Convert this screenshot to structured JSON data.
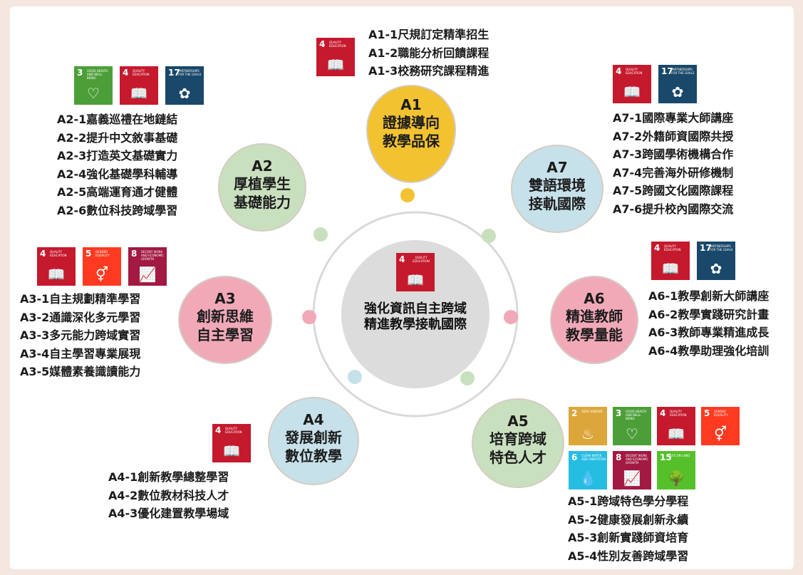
{
  "center": {
    "title": "強化資訊自主跨域\n精進教學接軌國際",
    "sdgs": [
      {
        "num": "4",
        "cap": "Quality Education",
        "color": "#c5192d",
        "icon": "book-icon",
        "glyph": "📖"
      }
    ]
  },
  "nodes": [
    {
      "code": "A1",
      "title": "證據導向\n教學品保",
      "color": "#f2c230",
      "items": [
        "A1-1尺規訂定精準招生",
        "A1-2職能分析回饋課程",
        "A1-3校務研究課程精進"
      ],
      "sdgs": [
        {
          "num": "4",
          "cap": "Quality Education",
          "color": "#c5192d",
          "icon": "book-icon",
          "glyph": "📖"
        }
      ]
    },
    {
      "code": "A2",
      "title": "厚植學生\n基礎能力",
      "color": "#c9e0bf",
      "items": [
        "A2-1嘉義巡禮在地鏈結",
        "A2-2提升中文敘事基礎",
        "A2-3打造英文基礎實力",
        "A2-4強化基礎學科輔導",
        "A2-5高端運育通才健體",
        "A2-6數位科技跨域學習"
      ],
      "sdgs": [
        {
          "num": "3",
          "cap": "Good Health and Well-being",
          "color": "#4c9f38",
          "icon": "heartbeat-icon",
          "glyph": "♡"
        },
        {
          "num": "4",
          "cap": "Quality Education",
          "color": "#c5192d",
          "icon": "book-icon",
          "glyph": "📖"
        },
        {
          "num": "17",
          "cap": "Partnerships for the Goals",
          "color": "#19486a",
          "icon": "flower-icon",
          "glyph": "✿"
        }
      ]
    },
    {
      "code": "A3",
      "title": "創新思維\n自主學習",
      "color": "#f1a9b8",
      "items": [
        "A3-1自主規劃精準學習",
        "A3-2通識深化多元學習",
        "A3-3多元能力跨域實習",
        "A3-4自主學習專業展現",
        "A3-5媒體素養識讀能力"
      ],
      "sdgs": [
        {
          "num": "4",
          "cap": "Quality Education",
          "color": "#c5192d",
          "icon": "book-icon",
          "glyph": "📖"
        },
        {
          "num": "5",
          "cap": "Gender Equality",
          "color": "#ff3a21",
          "icon": "gender-icon",
          "glyph": "⚥"
        },
        {
          "num": "8",
          "cap": "Decent Work and Economic Growth",
          "color": "#a21942",
          "icon": "growth-chart-icon",
          "glyph": "📈"
        }
      ]
    },
    {
      "code": "A4",
      "title": "發展創新\n數位教學",
      "color": "#c7e1ea",
      "items": [
        "A4-1創新教學總整學習",
        "A4-2數位教材科技人才",
        "A4-3優化建置教學場域"
      ],
      "sdgs": [
        {
          "num": "4",
          "cap": "Quality Education",
          "color": "#c5192d",
          "icon": "book-icon",
          "glyph": "📖"
        }
      ]
    },
    {
      "code": "A5",
      "title": "培育跨域\n特色人才",
      "color": "#c9e0bf",
      "items": [
        "A5-1跨域特色學分學程",
        "A5-2健康發展創新永續",
        "A5-3創新實踐師資培育",
        "A5-4性別友善跨域學習"
      ],
      "sdgs": [
        {
          "num": "2",
          "cap": "Zero Hunger",
          "color": "#dda63a",
          "icon": "bowl-icon",
          "glyph": "♨"
        },
        {
          "num": "3",
          "cap": "Good Health and Well-being",
          "color": "#4c9f38",
          "icon": "heartbeat-icon",
          "glyph": "♡"
        },
        {
          "num": "4",
          "cap": "Quality Education",
          "color": "#c5192d",
          "icon": "book-icon",
          "glyph": "📖"
        },
        {
          "num": "5",
          "cap": "Gender Equality",
          "color": "#ff3a21",
          "icon": "gender-icon",
          "glyph": "⚥"
        },
        {
          "num": "6",
          "cap": "Clean Water and Sanitation",
          "color": "#26bde2",
          "icon": "water-icon",
          "glyph": "💧"
        },
        {
          "num": "8",
          "cap": "Decent Work and Economic Growth",
          "color": "#a21942",
          "icon": "growth-chart-icon",
          "glyph": "📈"
        },
        {
          "num": "15",
          "cap": "Life on Land",
          "color": "#56c02b",
          "icon": "tree-icon",
          "glyph": "🌳"
        }
      ]
    },
    {
      "code": "A6",
      "title": "精進教師\n教學量能",
      "color": "#f1a9b8",
      "items": [
        "A6-1教學創新大師講座",
        "A6-2教學實踐研究計畫",
        "A6-3教師專業精進成長",
        "A6-4教學助理強化培訓"
      ],
      "sdgs": [
        {
          "num": "4",
          "cap": "Quality Education",
          "color": "#c5192d",
          "icon": "book-icon",
          "glyph": "📖"
        },
        {
          "num": "17",
          "cap": "Partnerships for the Goals",
          "color": "#19486a",
          "icon": "flower-icon",
          "glyph": "✿"
        }
      ]
    },
    {
      "code": "A7",
      "title": "雙語環境\n接軌國際",
      "color": "#c7e1ea",
      "items": [
        "A7-1國際專業大師講座",
        "A7-2外籍師資國際共授",
        "A7-3跨國學術機構合作",
        "A7-4完善海外研修機制",
        "A7-5跨國文化國際課程",
        "A7-6提升校內國際交流"
      ],
      "sdgs": [
        {
          "num": "4",
          "cap": "Quality Education",
          "color": "#c5192d",
          "icon": "book-icon",
          "glyph": "📖"
        },
        {
          "num": "17",
          "cap": "Partnerships for the Goals",
          "color": "#19486a",
          "icon": "flower-icon",
          "glyph": "✿"
        }
      ]
    }
  ]
}
